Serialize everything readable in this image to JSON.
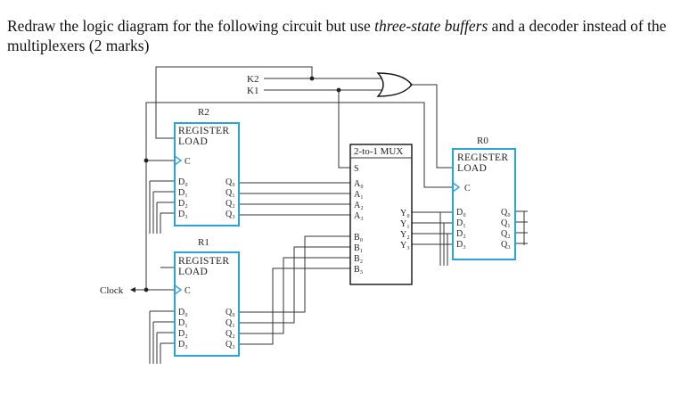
{
  "question": {
    "text_before": "Redraw the logic diagram for the following circuit but use ",
    "emphasis": "three-state buffers",
    "text_after": " and a decoder instead of the multiplexers (2 marks)"
  },
  "diagram": {
    "inputs": {
      "k2": "K2",
      "k1": "K1",
      "clock": "Clock"
    },
    "r2": {
      "name": "R2",
      "title_1": "REGISTER",
      "title_2": "LOAD",
      "clk": "C",
      "inputs": [
        "D₀",
        "D₁",
        "D₂",
        "D₃"
      ],
      "outputs": [
        "Q₀",
        "Q₁",
        "Q₂",
        "Q₃"
      ]
    },
    "r1": {
      "name": "R1",
      "title_1": "REGISTER",
      "title_2": "LOAD",
      "clk": "C",
      "inputs": [
        "D₀",
        "D₁",
        "D₂",
        "D₃"
      ],
      "outputs": [
        "Q₀",
        "Q₁",
        "Q₂",
        "Q₃"
      ]
    },
    "r0": {
      "name": "R0",
      "title_1": "REGISTER",
      "title_2": "LOAD",
      "clk": "C",
      "inputs": [
        "D₀",
        "D₁",
        "D₂",
        "D₃"
      ],
      "outputs": [
        "Q₀",
        "Q₁",
        "Q₂",
        "Q₃"
      ]
    },
    "mux": {
      "title": "2-to-1 MUX",
      "select": "S",
      "a_inputs": [
        "A₀",
        "A₁",
        "A₂",
        "A₃"
      ],
      "b_inputs": [
        "B₀",
        "B₁",
        "B₂",
        "B₃"
      ],
      "outputs": [
        "Y₀",
        "Y₁",
        "Y₂",
        "Y₃"
      ]
    }
  }
}
